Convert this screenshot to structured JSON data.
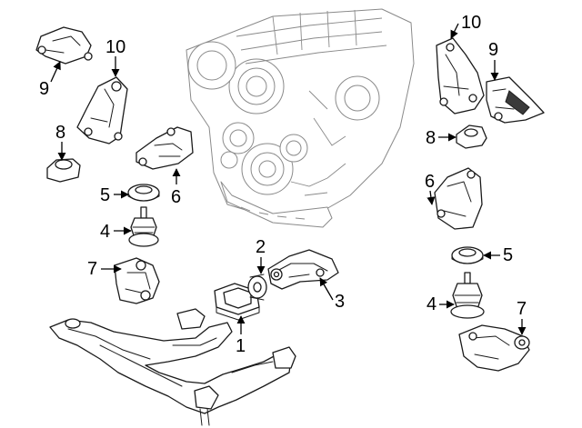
{
  "diagram": {
    "callouts": [
      {
        "id": "9-tl",
        "label": "9"
      },
      {
        "id": "10-tl",
        "label": "10"
      },
      {
        "id": "8-l",
        "label": "8"
      },
      {
        "id": "5-l",
        "label": "5"
      },
      {
        "id": "6-l",
        "label": "6"
      },
      {
        "id": "4-l",
        "label": "4"
      },
      {
        "id": "7-l",
        "label": "7"
      },
      {
        "id": "2",
        "label": "2"
      },
      {
        "id": "3",
        "label": "3"
      },
      {
        "id": "1",
        "label": "1"
      },
      {
        "id": "10-tr",
        "label": "10"
      },
      {
        "id": "9-r",
        "label": "9"
      },
      {
        "id": "8-r",
        "label": "8"
      },
      {
        "id": "6-r",
        "label": "6"
      },
      {
        "id": "5-r",
        "label": "5"
      },
      {
        "id": "4-r",
        "label": "4"
      },
      {
        "id": "7-r",
        "label": "7"
      }
    ],
    "colors": {
      "line": "#1a1a1a",
      "ghost": "#8a8a8a",
      "background": "#ffffff"
    }
  }
}
